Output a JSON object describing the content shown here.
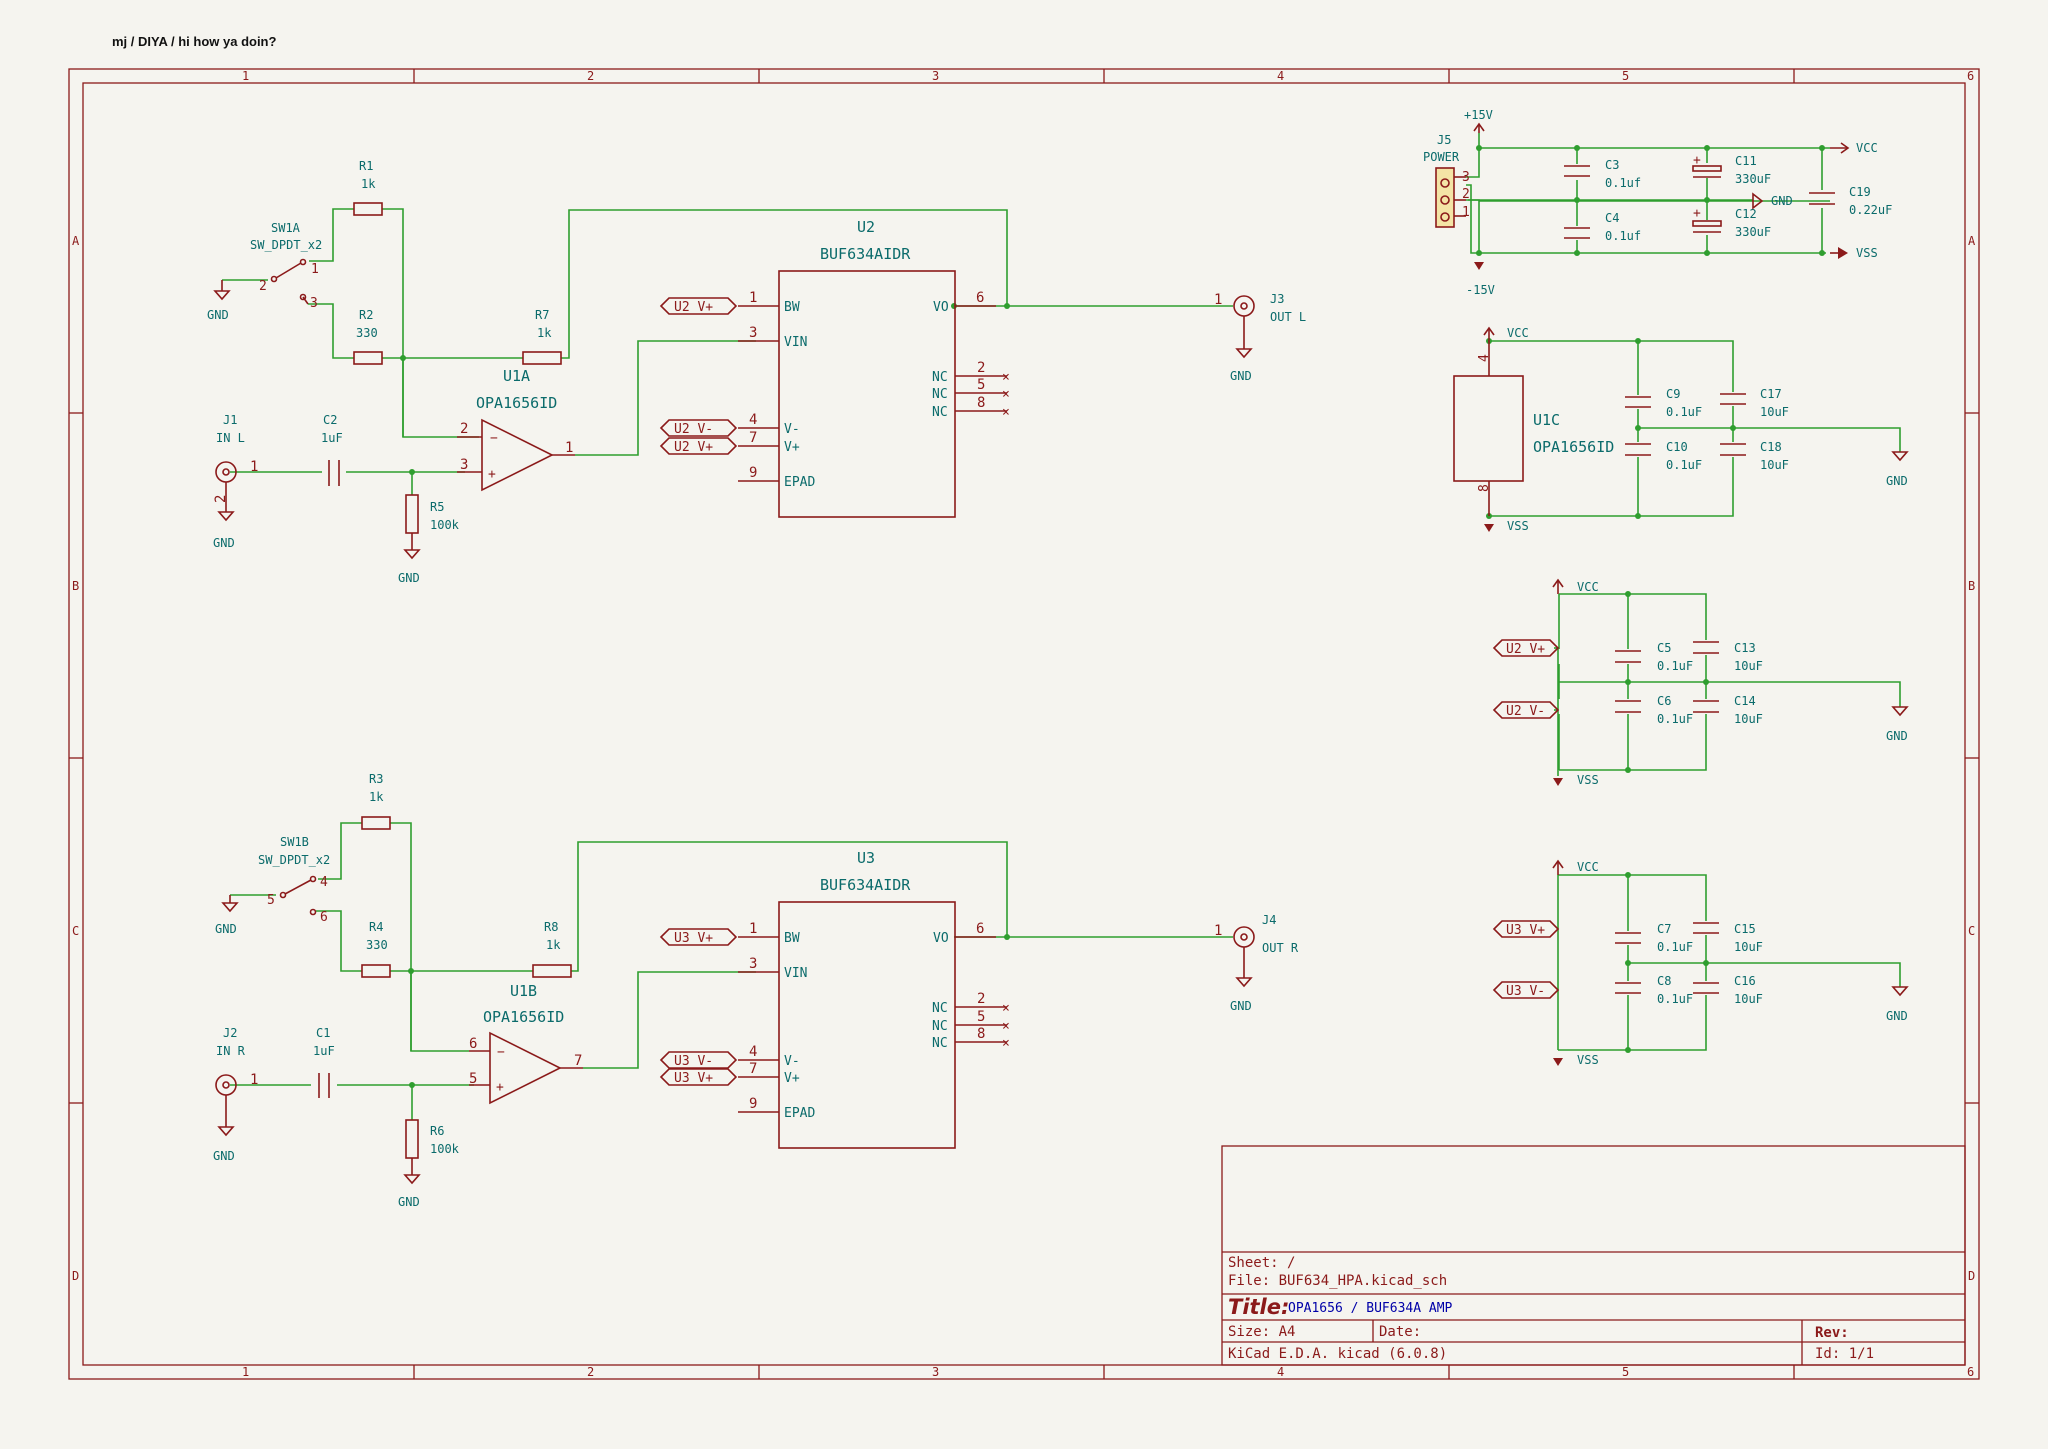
{
  "header": "mj / DIYA / hi how ya doin?",
  "frame": {
    "columns": [
      "1",
      "2",
      "3",
      "4",
      "5",
      "6"
    ],
    "rows": [
      "A",
      "B",
      "C",
      "D"
    ]
  },
  "title_block": {
    "sheet": "Sheet: /",
    "file": "File: BUF634_HPA.kicad_sch",
    "title_label": "Title:",
    "title": "OPA1656 / BUF634A AMP",
    "size": "Size: A4",
    "date": "Date:",
    "rev": "Rev:",
    "tool": "KiCad E.D.A.  kicad (6.0.8)",
    "id": "Id: 1/1"
  },
  "components": {
    "r1": [
      "R1",
      "1k"
    ],
    "r2": [
      "R2",
      "330"
    ],
    "r3": [
      "R3",
      "1k"
    ],
    "r4": [
      "R4",
      "330"
    ],
    "r5": [
      "R5",
      "100k"
    ],
    "r6": [
      "R6",
      "100k"
    ],
    "r7": [
      "R7",
      "1k"
    ],
    "r8": [
      "R8",
      "1k"
    ],
    "c1": [
      "C1",
      "1uF"
    ],
    "c2": [
      "C2",
      "1uF"
    ],
    "sw1a": [
      "SW1A",
      "SW_DPDT_x2"
    ],
    "sw1b": [
      "SW1B",
      "SW_DPDT_x2"
    ],
    "u1a": [
      "U1A",
      "OPA1656ID"
    ],
    "u1b": [
      "U1B",
      "OPA1656ID"
    ],
    "u1c": [
      "U1C",
      "OPA1656ID"
    ],
    "u2": [
      "U2",
      "BUF634AIDR"
    ],
    "u3": [
      "U3",
      "BUF634AIDR"
    ],
    "j1": [
      "J1",
      "IN L"
    ],
    "j2": [
      "J2",
      "IN R"
    ],
    "j3": [
      "J3",
      "OUT L"
    ],
    "j4": [
      "J4",
      "OUT R"
    ],
    "j5": [
      "J5",
      "POWER"
    ],
    "c3": [
      "C3",
      "0.1uf"
    ],
    "c4": [
      "C4",
      "0.1uf"
    ],
    "c11": [
      "C11",
      "330uF"
    ],
    "c12": [
      "C12",
      "330uF"
    ],
    "c19": [
      "C19",
      "0.22uF"
    ],
    "c9": [
      "C9",
      "0.1uF"
    ],
    "c10": [
      "C10",
      "0.1uF"
    ],
    "c17": [
      "C17",
      "10uF"
    ],
    "c18": [
      "C18",
      "10uF"
    ],
    "c5": [
      "C5",
      "0.1uF"
    ],
    "c6": [
      "C6",
      "0.1uF"
    ],
    "c13": [
      "C13",
      "10uF"
    ],
    "c14": [
      "C14",
      "10uF"
    ],
    "c7": [
      "C7",
      "0.1uF"
    ],
    "c8": [
      "C8",
      "0.1uF"
    ],
    "c15": [
      "C15",
      "10uF"
    ],
    "c16": [
      "C16",
      "10uF"
    ]
  },
  "nets": {
    "gnd": "GND",
    "vcc": "VCC",
    "vss": "VSS",
    "p15": "+15V",
    "m15": "-15V",
    "u2vp": "U2 V+",
    "u2vm": "U2 V-",
    "u3vp": "U3 V+",
    "u3vm": "U3 V-"
  },
  "buf_pins": {
    "bw": "BW",
    "vin": "VIN",
    "vm": "V-",
    "vp": "V+",
    "epad": "EPAD",
    "vo": "VO",
    "nc": "NC"
  }
}
